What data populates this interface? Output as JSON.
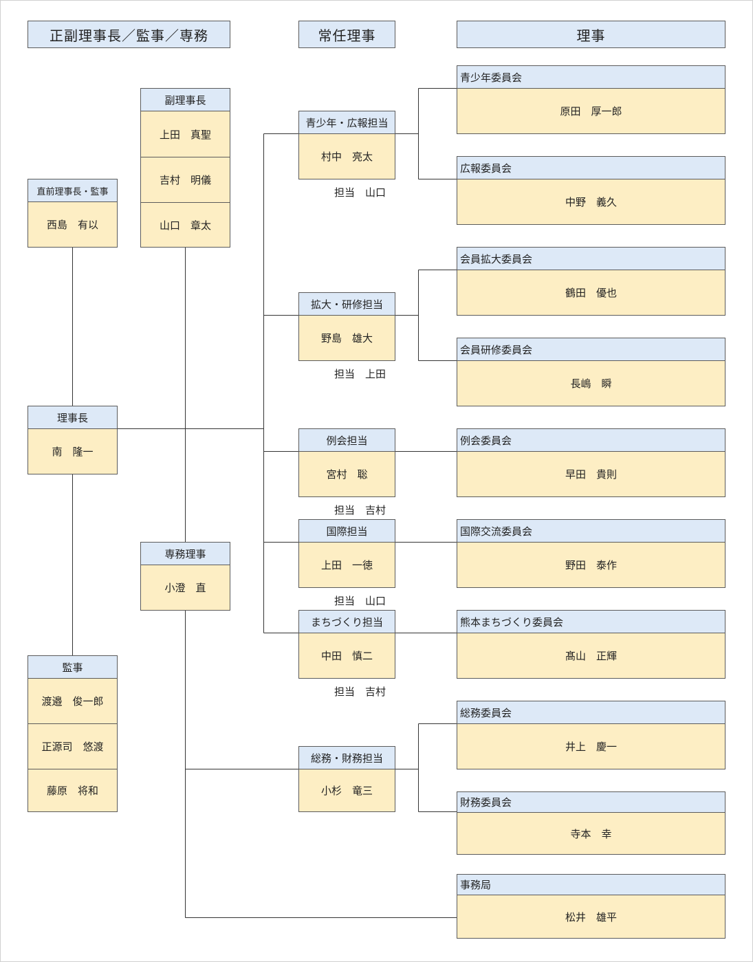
{
  "column_headers": {
    "left": "正副理事長／監事／専務",
    "middle": "常任理事",
    "right": "理事"
  },
  "officers": {
    "vice_chairs": {
      "title": "副理事長",
      "members": [
        "上田　真聖",
        "吉村　明儀",
        "山口　章太"
      ]
    },
    "immediate_past": {
      "title": "直前理事長・監事",
      "members": [
        "西島　有以"
      ]
    },
    "chairman": {
      "title": "理事長",
      "members": [
        "南　隆一"
      ]
    },
    "managing_director": {
      "title": "専務理事",
      "members": [
        "小澄　直"
      ]
    },
    "auditors": {
      "title": "監事",
      "members": [
        "渡邉　俊一郎",
        "正源司　悠渡",
        "藤原　将和"
      ]
    }
  },
  "standing_directors": [
    {
      "title": "青少年・広報担当",
      "name": "村中　亮太",
      "tanto": "担当　山口"
    },
    {
      "title": "拡大・研修担当",
      "name": "野島　雄大",
      "tanto": "担当　上田"
    },
    {
      "title": "例会担当",
      "name": "宮村　聡",
      "tanto": "担当　吉村"
    },
    {
      "title": "国際担当",
      "name": "上田　一徳",
      "tanto": "担当　山口"
    },
    {
      "title": "まちづくり担当",
      "name": "中田　慎二",
      "tanto": "担当　吉村"
    },
    {
      "title": "総務・財務担当",
      "name": "小杉　竜三",
      "tanto": ""
    }
  ],
  "committees": [
    {
      "title": "青少年委員会",
      "name": "原田　厚一郎"
    },
    {
      "title": "広報委員会",
      "name": "中野　義久"
    },
    {
      "title": "会員拡大委員会",
      "name": "鶴田　優也"
    },
    {
      "title": "会員研修委員会",
      "name": "長嶋　瞬"
    },
    {
      "title": "例会委員会",
      "name": "早田　貴則"
    },
    {
      "title": "国際交流委員会",
      "name": "野田　泰作"
    },
    {
      "title": "熊本まちづくり委員会",
      "name": "髙山　正輝"
    },
    {
      "title": "総務委員会",
      "name": "井上　慶一"
    },
    {
      "title": "財務委員会",
      "name": "寺本　幸"
    },
    {
      "title": "事務局",
      "name": "松井　雄平"
    }
  ]
}
